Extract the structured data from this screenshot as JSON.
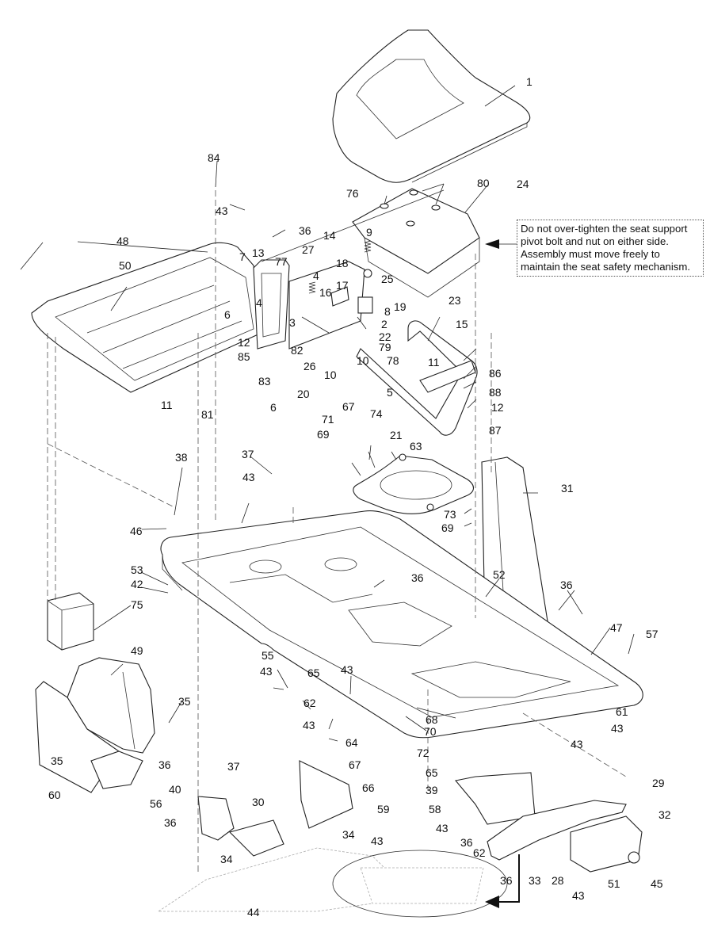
{
  "diagram": {
    "title": "Seat, Fender and Frame Exploded Parts Diagram",
    "note": "Do not over-tighten the seat support pivot bolt and nut on either side. Assembly must move freely to maintain the seat safety mechanism.",
    "callouts": [
      {
        "id": "c1",
        "label": "1",
        "part": "seat"
      },
      {
        "id": "c80",
        "label": "80",
        "part": "seat-mount-bumper"
      },
      {
        "id": "c24",
        "label": "24",
        "part": "seat-pan"
      },
      {
        "id": "c76",
        "label": "76",
        "part": "seat-mount-screw"
      },
      {
        "id": "c84",
        "label": "84",
        "part": "rod"
      },
      {
        "id": "c43a",
        "label": "43",
        "part": "nut"
      },
      {
        "id": "c36a",
        "label": "36",
        "part": "bolt"
      },
      {
        "id": "c48",
        "label": "48",
        "part": "fender-screws"
      },
      {
        "id": "c50",
        "label": "50",
        "part": "rear-fender"
      },
      {
        "id": "c7",
        "label": "7",
        "part": "screw"
      },
      {
        "id": "c13",
        "label": "13",
        "part": "bushing"
      },
      {
        "id": "c77",
        "label": "77",
        "part": "bolt"
      },
      {
        "id": "c27",
        "label": "27",
        "part": "seat-support-bracket"
      },
      {
        "id": "c9",
        "label": "9",
        "part": "knob"
      },
      {
        "id": "c14",
        "label": "14",
        "part": "spring"
      },
      {
        "id": "c18",
        "label": "18",
        "part": "washer"
      },
      {
        "id": "c25",
        "label": "25",
        "part": "spacer"
      },
      {
        "id": "c17",
        "label": "17",
        "part": "spring"
      },
      {
        "id": "c8",
        "label": "8",
        "part": "bolt"
      },
      {
        "id": "c19",
        "label": "19",
        "part": "washer"
      },
      {
        "id": "c2",
        "label": "2",
        "part": "bracket"
      },
      {
        "id": "c22",
        "label": "22",
        "part": "bushing"
      },
      {
        "id": "c79",
        "label": "79",
        "part": "nut"
      },
      {
        "id": "c78",
        "label": "78",
        "part": "screw"
      },
      {
        "id": "c4a",
        "label": "4",
        "part": "switch"
      },
      {
        "id": "c4b",
        "label": "4",
        "part": "nut"
      },
      {
        "id": "c16",
        "label": "16",
        "part": "spring"
      },
      {
        "id": "c3",
        "label": "3",
        "part": "plate"
      },
      {
        "id": "c6a",
        "label": "6",
        "part": "screw"
      },
      {
        "id": "c12a",
        "label": "12",
        "part": "nut"
      },
      {
        "id": "c82",
        "label": "82",
        "part": "clip"
      },
      {
        "id": "c85",
        "label": "85",
        "part": "grommet"
      },
      {
        "id": "c26",
        "label": "26",
        "part": "plate"
      },
      {
        "id": "c83",
        "label": "83",
        "part": "screw"
      },
      {
        "id": "c10a",
        "label": "10",
        "part": "nut"
      },
      {
        "id": "c10b",
        "label": "10",
        "part": "nut"
      },
      {
        "id": "c20",
        "label": "20",
        "part": "bolt"
      },
      {
        "id": "c6b",
        "label": "6",
        "part": "screw"
      },
      {
        "id": "c81",
        "label": "81",
        "part": "washer"
      },
      {
        "id": "c11a",
        "label": "11",
        "part": "nut"
      },
      {
        "id": "c23",
        "label": "23",
        "part": "handle"
      },
      {
        "id": "c15",
        "label": "15",
        "part": "panel"
      },
      {
        "id": "c11b",
        "label": "11",
        "part": "nut"
      },
      {
        "id": "c5",
        "label": "5",
        "part": "bolts"
      },
      {
        "id": "c21",
        "label": "21",
        "part": "bushing"
      },
      {
        "id": "c86",
        "label": "86",
        "part": "screw"
      },
      {
        "id": "c88",
        "label": "88",
        "part": "bracket"
      },
      {
        "id": "c12b",
        "label": "12",
        "part": "nut"
      },
      {
        "id": "c87",
        "label": "87",
        "part": "bolt"
      },
      {
        "id": "c67a",
        "label": "67",
        "part": "nut"
      },
      {
        "id": "c71",
        "label": "71",
        "part": "washer"
      },
      {
        "id": "c69a",
        "label": "69",
        "part": "washer"
      },
      {
        "id": "c74",
        "label": "74",
        "part": "plate"
      },
      {
        "id": "c63",
        "label": "63",
        "part": "mount"
      },
      {
        "id": "c73",
        "label": "73",
        "part": "spacer"
      },
      {
        "id": "c69b",
        "label": "69",
        "part": "washer"
      },
      {
        "id": "c31",
        "label": "31",
        "part": "steering-column-support"
      },
      {
        "id": "c38",
        "label": "38",
        "part": "screw"
      },
      {
        "id": "c37a",
        "label": "37",
        "part": "bolt"
      },
      {
        "id": "c43b",
        "label": "43",
        "part": "nuts"
      },
      {
        "id": "c46",
        "label": "46",
        "part": "bracket"
      },
      {
        "id": "c53",
        "label": "53",
        "part": "washer"
      },
      {
        "id": "c42",
        "label": "42",
        "part": "nut"
      },
      {
        "id": "c75",
        "label": "75",
        "part": "battery"
      },
      {
        "id": "c36b",
        "label": "36",
        "part": "bolt"
      },
      {
        "id": "c52",
        "label": "52",
        "part": "washers"
      },
      {
        "id": "c36c",
        "label": "36",
        "part": "bolts"
      },
      {
        "id": "c47",
        "label": "47",
        "part": "footrest-plate"
      },
      {
        "id": "c57",
        "label": "57",
        "part": "body-pan"
      },
      {
        "id": "c49",
        "label": "49",
        "part": "battery-cover"
      },
      {
        "id": "c55",
        "label": "55",
        "part": "spacer"
      },
      {
        "id": "c43c",
        "label": "43",
        "part": "nut"
      },
      {
        "id": "c65a",
        "label": "65",
        "part": "bolt"
      },
      {
        "id": "c43d",
        "label": "43",
        "part": "nut"
      },
      {
        "id": "c35a",
        "label": "35",
        "part": "screw"
      },
      {
        "id": "c62a",
        "label": "62",
        "part": "bracket"
      },
      {
        "id": "c43e",
        "label": "43",
        "part": "nut"
      },
      {
        "id": "c68",
        "label": "68",
        "part": "nut"
      },
      {
        "id": "c70",
        "label": "70",
        "part": "washer"
      },
      {
        "id": "c64",
        "label": "64",
        "part": "plate"
      },
      {
        "id": "c72",
        "label": "72",
        "part": "bolt"
      },
      {
        "id": "c61",
        "label": "61",
        "part": "bracket"
      },
      {
        "id": "c43f",
        "label": "43",
        "part": "nut"
      },
      {
        "id": "c43g",
        "label": "43",
        "part": "nuts"
      },
      {
        "id": "c35b",
        "label": "35",
        "part": "screw"
      },
      {
        "id": "c36d",
        "label": "36",
        "part": "bolt"
      },
      {
        "id": "c40",
        "label": "40",
        "part": "clip"
      },
      {
        "id": "c60",
        "label": "60",
        "part": "side-panel"
      },
      {
        "id": "c56",
        "label": "56",
        "part": "battery-tray"
      },
      {
        "id": "c67b",
        "label": "67",
        "part": "nut"
      },
      {
        "id": "c66",
        "label": "66",
        "part": "rod"
      },
      {
        "id": "c65b",
        "label": "65",
        "part": "bolt"
      },
      {
        "id": "c37b",
        "label": "37",
        "part": "bolt"
      },
      {
        "id": "c39",
        "label": "39",
        "part": "pin"
      },
      {
        "id": "c29",
        "label": "29",
        "part": "frame-rail"
      },
      {
        "id": "c30",
        "label": "30",
        "part": "bracket"
      },
      {
        "id": "c59",
        "label": "59",
        "part": "bracket"
      },
      {
        "id": "c58",
        "label": "58",
        "part": "bracket"
      },
      {
        "id": "c36e",
        "label": "36",
        "part": "bolt"
      },
      {
        "id": "c43h",
        "label": "43",
        "part": "nut"
      },
      {
        "id": "c32",
        "label": "32",
        "part": "hitch-bracket"
      },
      {
        "id": "c34a",
        "label": "34",
        "part": "screw"
      },
      {
        "id": "c34b",
        "label": "34",
        "part": "screw"
      },
      {
        "id": "c36f",
        "label": "36",
        "part": "bolt"
      },
      {
        "id": "c43i",
        "label": "43",
        "part": "nut"
      },
      {
        "id": "c62b",
        "label": "62",
        "part": "bracket"
      },
      {
        "id": "c36g",
        "label": "36",
        "part": "bolt"
      },
      {
        "id": "c33",
        "label": "33",
        "part": "nut"
      },
      {
        "id": "c28",
        "label": "28",
        "part": "bolt"
      },
      {
        "id": "c51",
        "label": "51",
        "part": "washer"
      },
      {
        "id": "c45",
        "label": "45",
        "part": "pin"
      },
      {
        "id": "c43j",
        "label": "43",
        "part": "nut"
      },
      {
        "id": "c44",
        "label": "44",
        "part": "nut"
      }
    ]
  }
}
